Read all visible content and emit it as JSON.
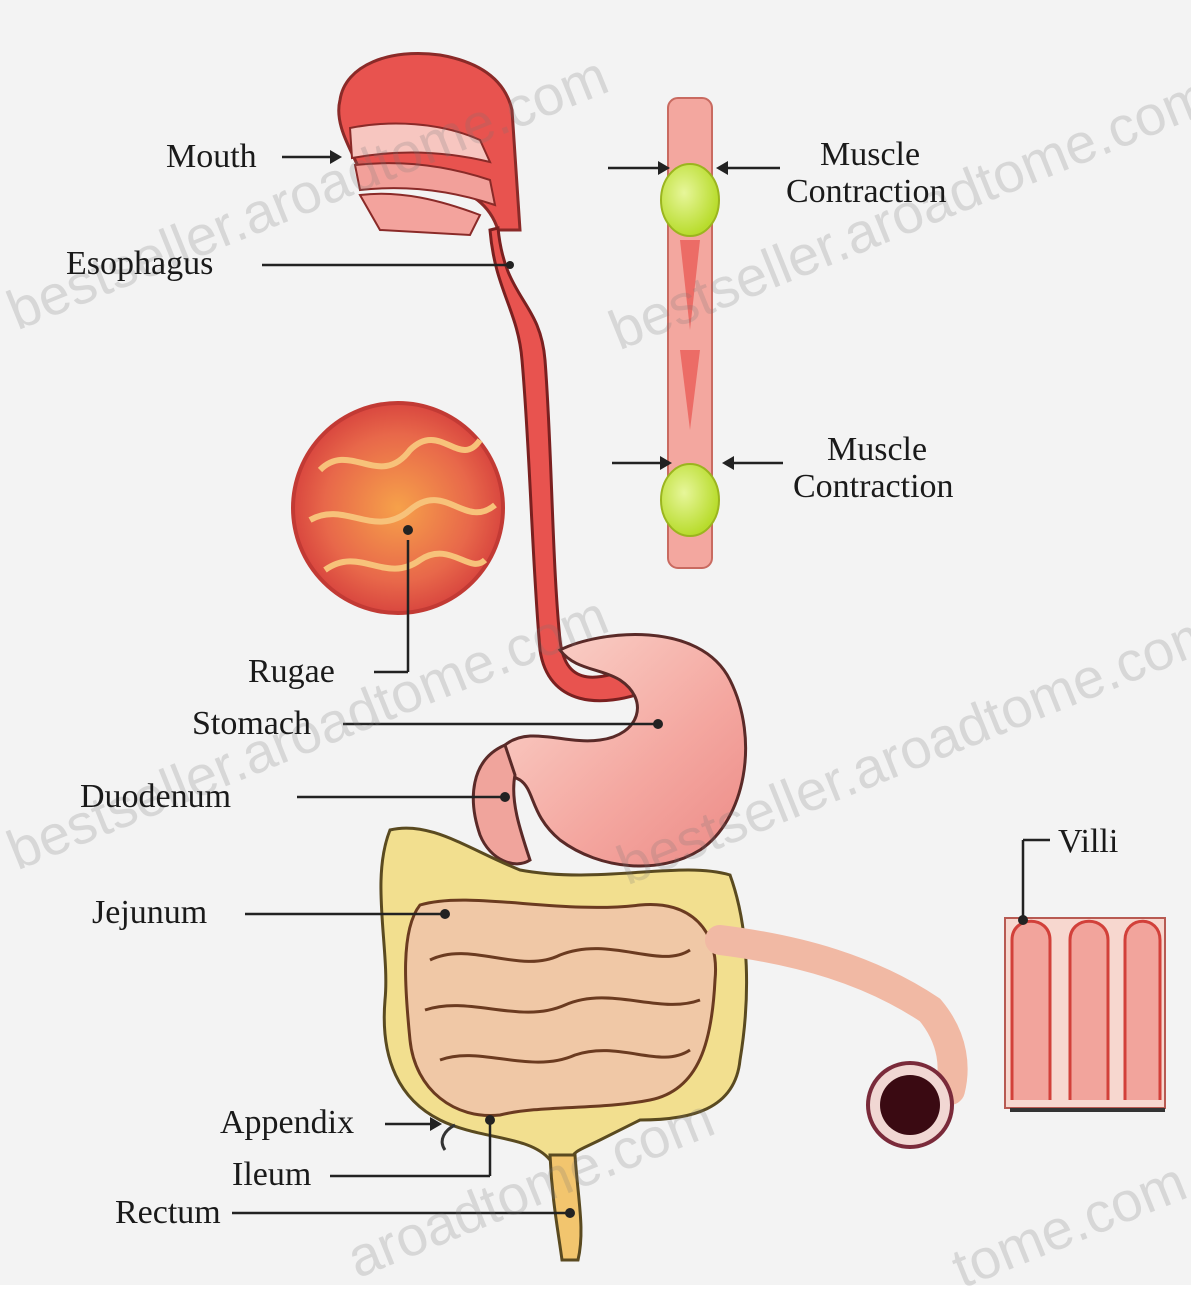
{
  "labels": {
    "mouth": "Mouth",
    "esophagus": "Esophagus",
    "rugae": "Rugae",
    "stomach": "Stomach",
    "duodenum": "Duodenum",
    "jejunum": "Jejunum",
    "appendix": "Appendix",
    "ileum": "Ileum",
    "rectum": "Rectum",
    "villi": "Villi",
    "muscle_top_1": "Muscle",
    "muscle_top_2": "Contraction",
    "muscle_bottom_1": "Muscle",
    "muscle_bottom_2": "Contraction"
  },
  "watermarks": [
    "bestseller.aroadtome.com",
    "bestseller.aroadtome.com",
    "bestseller.aroadtome.com",
    "bestseller.aroadtome.com",
    "aroadtome.com",
    "tome.com"
  ],
  "colors": {
    "background": "#f3f3f3",
    "tissue_red": "#e8534f",
    "stomach_pink": "#f3a7a0",
    "intestine_tan": "#f0c8a6",
    "colon_yellow": "#f2df8f",
    "bolus_green": "#c9ea4c",
    "leader_line": "#222222"
  }
}
